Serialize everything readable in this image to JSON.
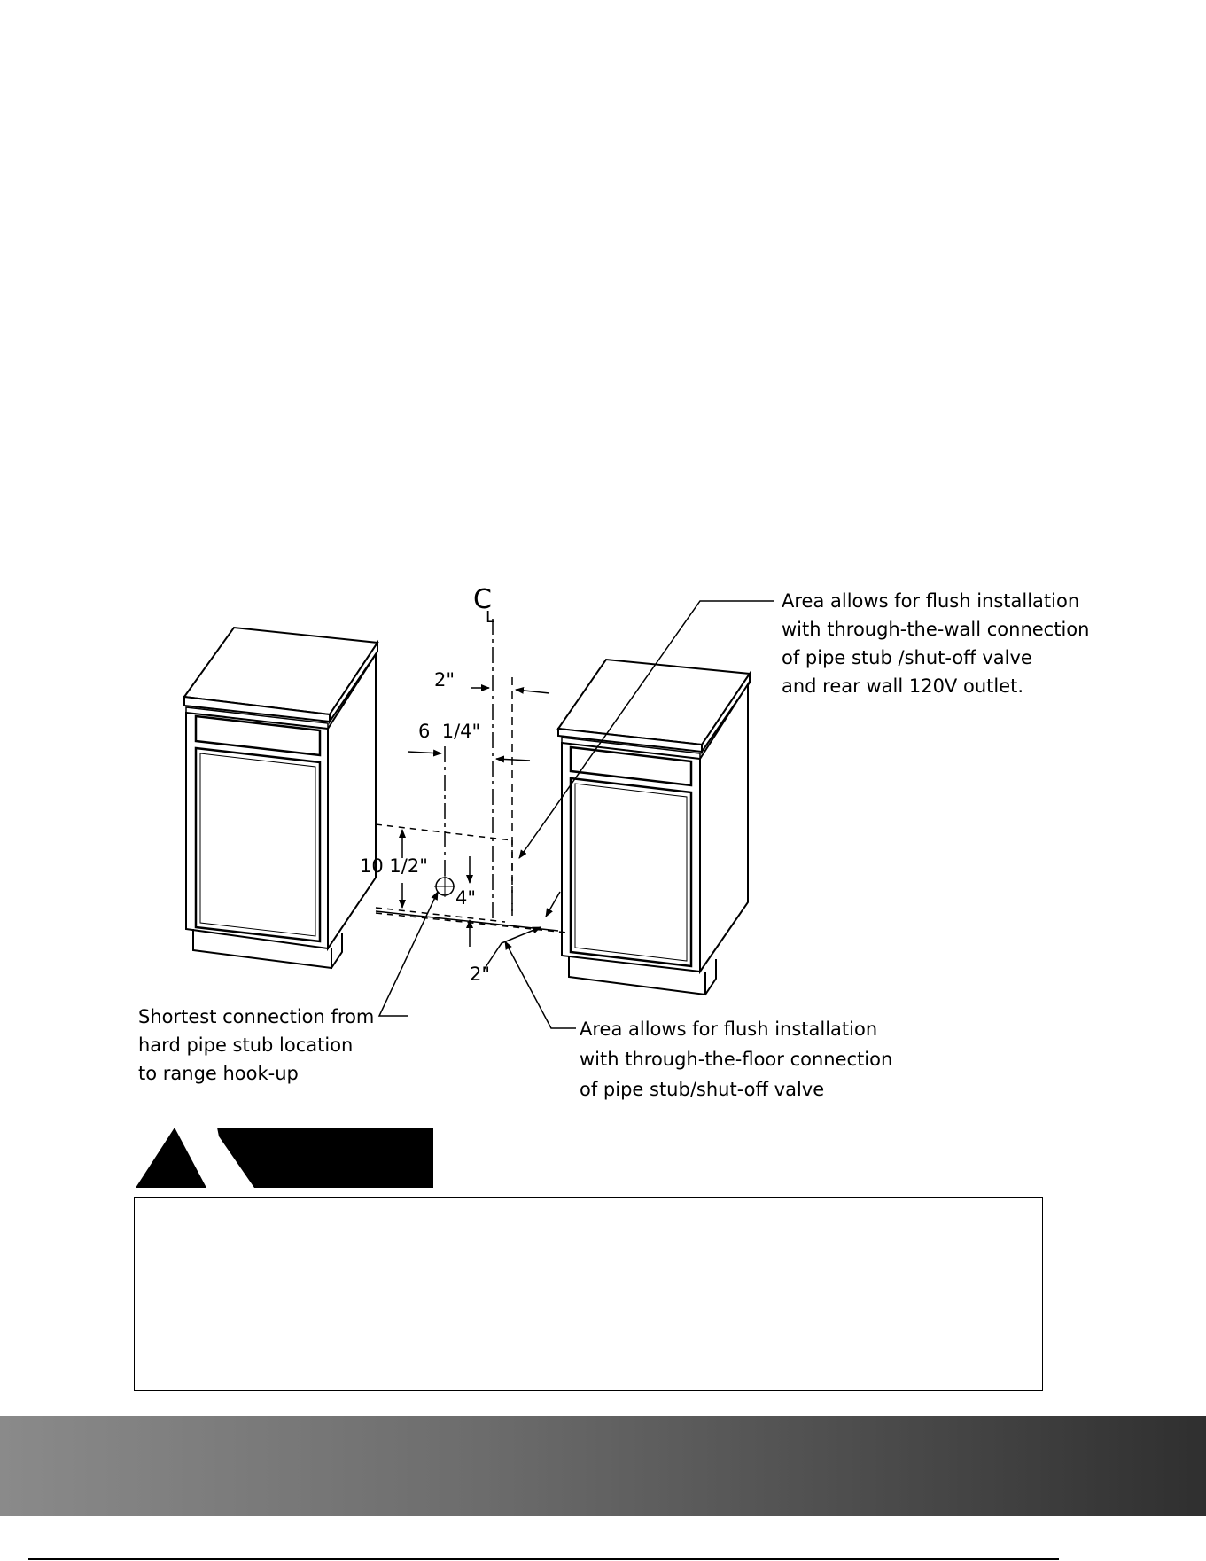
{
  "diagram": {
    "centerline_symbol": "CL",
    "dimensions": {
      "two_inch_top": "2\"",
      "six_quarter": "6  1/4\"",
      "ten_half": "10 1/2\"",
      "four_inch": "4\"",
      "two_inch_bottom": "2\""
    },
    "callouts": {
      "wall_area": [
        "Area allows for flush installation",
        "with through-the-wall connection",
        "of pipe stub /shut-off valve",
        "and rear wall 120V outlet."
      ],
      "shortest": [
        "Shortest connection from",
        "hard pipe stub location",
        "to range hook-up"
      ],
      "floor_area": [
        "Area allows for flush installation",
        "with through-the-floor connection",
        "of pipe stub/shut-off valve"
      ]
    }
  },
  "colors": {
    "line": "#000000",
    "bar_start": "#8a8a8a",
    "bar_end": "#2f2f2f"
  }
}
